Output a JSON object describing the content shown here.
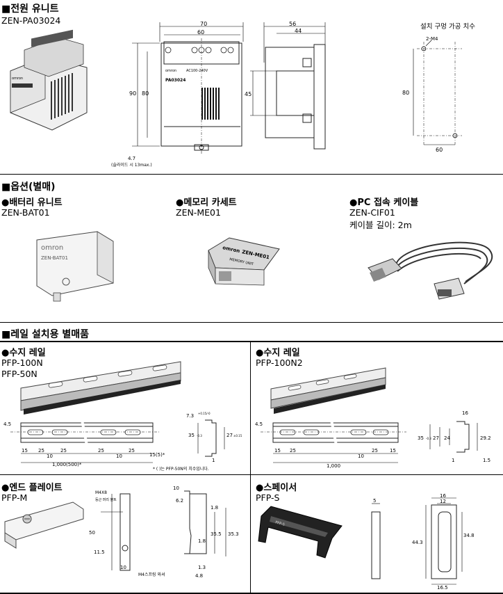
{
  "power": {
    "heading": "■전원 유니트",
    "model": "ZEN-PA03024",
    "dims": {
      "d70": "70",
      "d60": "60",
      "d90": "90",
      "d80": "80",
      "d45": "45",
      "d56": "56",
      "d44": "44",
      "d47": "4.7"
    },
    "slide_note": "(슬라이드 시 13max.)",
    "label_omron": "omron",
    "label_ac": "AC100-240V",
    "label_model": "PA03024",
    "hole_title": "설치 구멍 가공 치수",
    "hole_m4": "2-M4",
    "hole_80v": "80",
    "hole_60h": "60"
  },
  "options": {
    "heading": "■옵션(별매)",
    "battery": {
      "title": "●배터리 유니트",
      "model": "ZEN-BAT01",
      "brand": "omron",
      "print": "ZEN-BAT01"
    },
    "memory": {
      "title": "●메모리 카세트",
      "model": "ZEN-ME01",
      "brand": "omron",
      "print": "ZEN-ME01",
      "sub": "MEMORY UNIT"
    },
    "cable": {
      "title": "●PC 접속 케이블",
      "model": "ZEN-CIF01",
      "length": "케이블 길이: 2m"
    }
  },
  "rail": {
    "heading": "■레일 설치용 별매품",
    "rail1": {
      "title": "●수지 레일",
      "model1": "PFP-100N",
      "model2": "PFP-50N",
      "d45": "4.5",
      "d15a": "15",
      "d25a": "25",
      "d10a": "10",
      "d25b": "25",
      "d25c": "25",
      "d10b": "10",
      "d25d": "25",
      "d15b": "15(5)*",
      "len": "1,000(500)*",
      "note": "* ( )는 PFP-50N의 치수입니다.",
      "p73": "7.3",
      "p73tol": "+0.15/-0",
      "p35": "35",
      "p35tol": "-0.3",
      "p27": "27",
      "p27tol": "±0.15",
      "p1": "1"
    },
    "rail2": {
      "title": "●수지 레일",
      "model": "PFP-100N2",
      "d45": "4.5",
      "d15a": "15",
      "d25a": "25",
      "d10": "10",
      "d25b": "25",
      "d15b": "15",
      "len": "1,000",
      "p16": "16",
      "p35": "35",
      "p35tol": "-0.3",
      "p27": "27",
      "p24": "24",
      "p292": "29.2",
      "p1": "1",
      "p15": "1.5"
    },
    "endplate": {
      "title": "●엔드 플레이트",
      "model": "PFP-M",
      "m4x8": "M4X8",
      "nabe": "둥근 머리 볼트",
      "d50": "50",
      "d115": "11.5",
      "d10a": "10",
      "d62": "6.2",
      "d18a": "1.8",
      "d355": "35.5",
      "d353": "35.3",
      "d18b": "1.8",
      "d13": "1.3",
      "d48": "4.8",
      "d10b": "10",
      "washer": "M4스프링 와셔"
    },
    "spacer": {
      "title": "●스페이서",
      "model": "PFP-S",
      "d5": "5",
      "d16": "16",
      "d12": "12",
      "d443": "44.3",
      "d348": "34.8",
      "d165": "16.5",
      "print": "PFP-S"
    }
  }
}
